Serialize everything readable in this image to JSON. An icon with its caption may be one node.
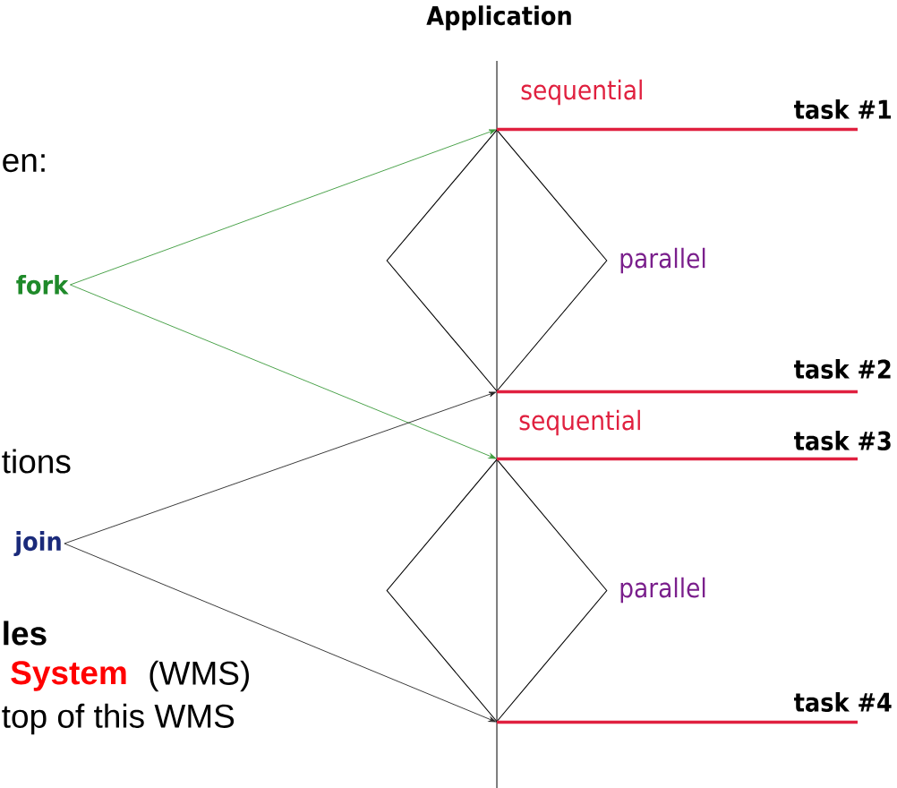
{
  "diagram": {
    "nodes": [
      {
        "text": [],
        "shape": "diamond",
        "beside": [
          "parallel"
        ]
      },
      {
        "text": [
          "fork"
        ]
      },
      {
        "text": [
          "join"
        ]
      },
      {
        "text": [],
        "shape": "diamond",
        "beside": [
          "parallel"
        ]
      },
      {
        "text": [
          "task #1"
        ]
      },
      {
        "text": [
          "task #2"
        ]
      },
      {
        "text": [
          "task #3"
        ]
      },
      {
        "text": [
          "task #4"
        ]
      }
    ],
    "edges": [
      {
        "from": 1,
        "to": 0,
        "arrow": "to",
        "color": "#3a9a3a"
      },
      {
        "from": 1,
        "to": 3,
        "arrow": "to",
        "color": "#3a9a3a"
      },
      {
        "from": 2,
        "to": 0,
        "arrow": "to",
        "color": "#262626"
      },
      {
        "from": 2,
        "to": 3,
        "arrow": "to",
        "color": "#262626"
      },
      {
        "from": 0,
        "to": 4,
        "arrow": "none",
        "style": "thick",
        "color": "#e0203f"
      },
      {
        "from": 0,
        "to": 5,
        "arrow": "none",
        "style": "thick",
        "color": "#e0203f"
      },
      {
        "from": 3,
        "to": 6,
        "arrow": "none",
        "style": "thick",
        "color": "#e0203f"
      },
      {
        "from": 3,
        "to": 7,
        "arrow": "none",
        "style": "thick",
        "color": "#e0203f"
      }
    ],
    "labels": [
      "Application",
      "sequential",
      "en:",
      "sequential",
      "tions",
      "les",
      "System",
      "(WMS)",
      "top of this WMS"
    ]
  }
}
